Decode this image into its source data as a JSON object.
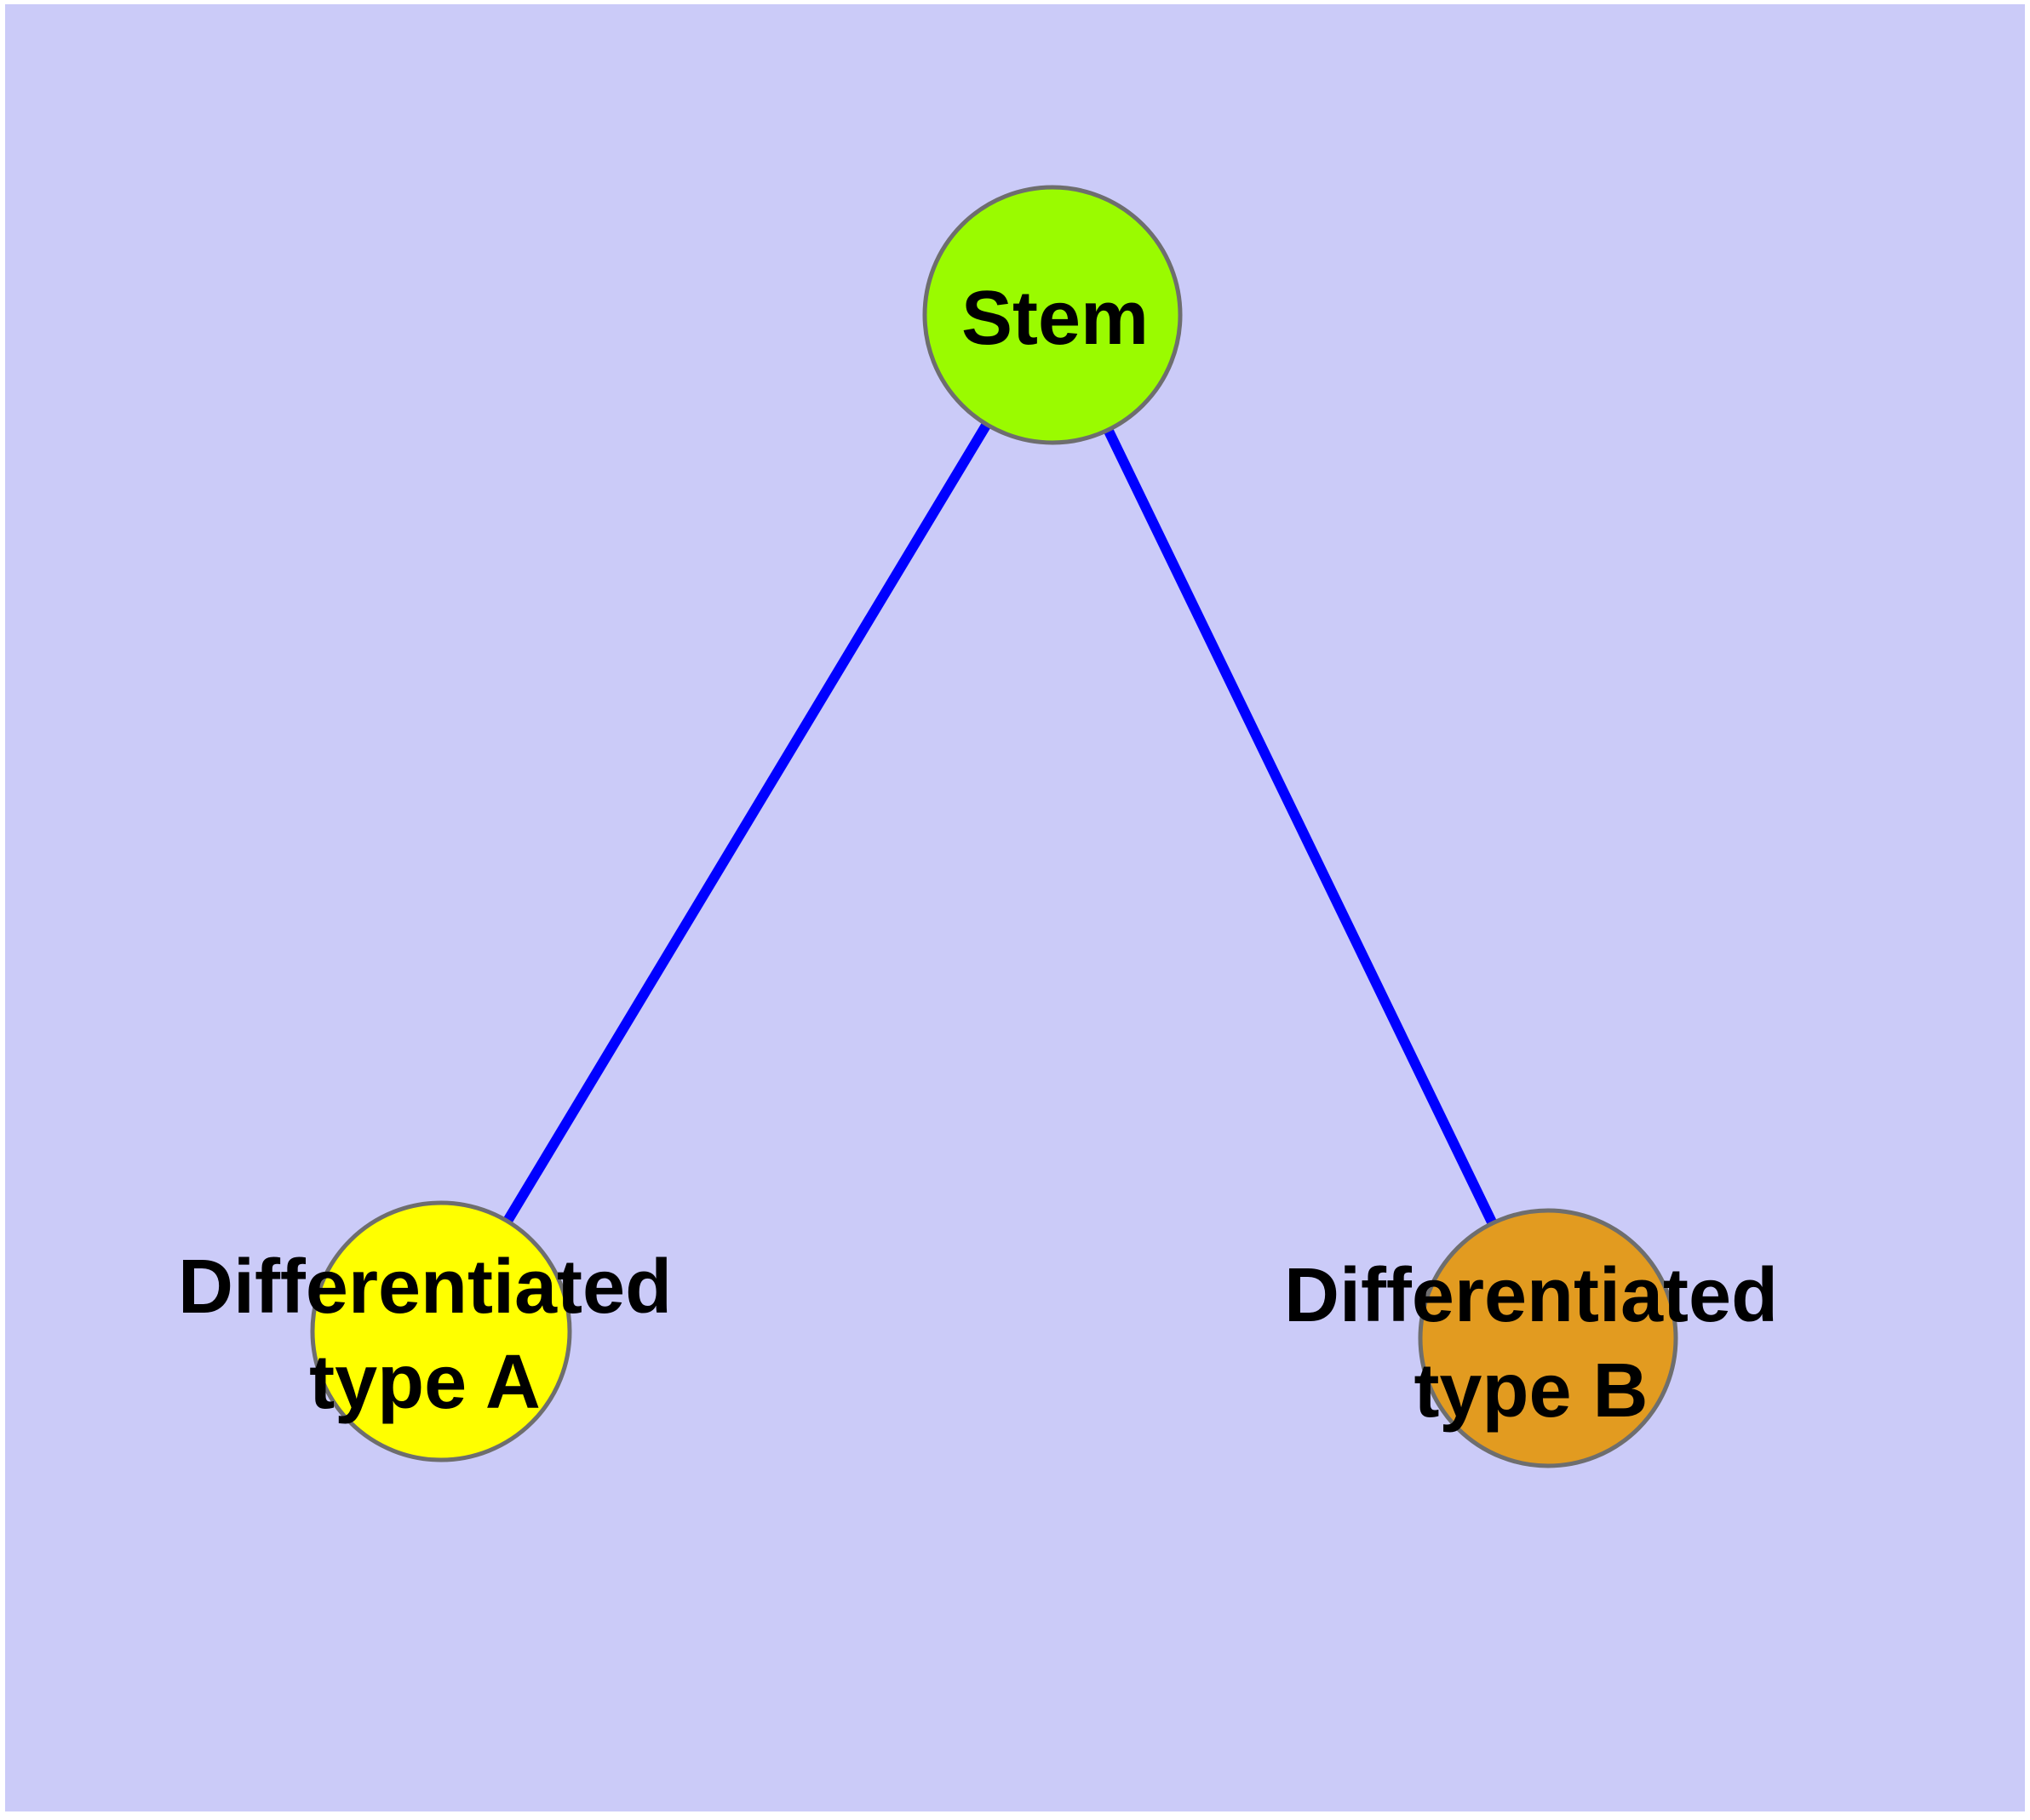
{
  "canvas": {
    "page_background": "#ffffff",
    "background": "#cbcbf8"
  },
  "graph": {
    "description": "Stem cell differentiation diagram",
    "text_color": "#000000",
    "nodes": {
      "stem": {
        "label": "Stem",
        "fill": "#9afb00",
        "border": "#6e6e6e"
      },
      "type_a": {
        "label_line1": "Differentiated",
        "label_line2": "type A",
        "fill": "#ffff00",
        "border": "#6e6e6e"
      },
      "type_b": {
        "label_line1": "Differentiated",
        "label_line2": "type B",
        "fill": "#e29b20",
        "border": "#6e6e6e"
      }
    },
    "edges": {
      "stem_to_type_a": {
        "from": "Stem",
        "to": "Differentiated type A",
        "color": "#0000ff"
      },
      "stem_to_type_b": {
        "from": "Stem",
        "to": "Differentiated type B",
        "color": "#0000ff"
      }
    }
  }
}
